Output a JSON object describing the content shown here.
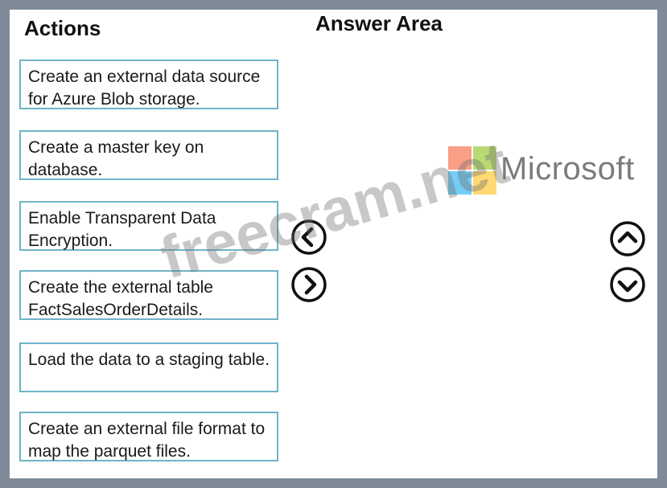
{
  "actions_heading": "Actions",
  "answer_heading": "Answer Area",
  "actions": [
    "Create an external data source for Azure Blob storage.",
    "Create a master key on database.",
    "Enable Transparent Data Encryption.",
    "Create the external table FactSalesOrderDetails.",
    "Load the data to a staging table.",
    "Create an external file format to map the parquet files."
  ],
  "controls": {
    "move_left": "arrow-left-circle-icon",
    "move_right": "arrow-right-circle-icon",
    "move_up": "arrow-up-circle-icon",
    "move_down": "arrow-down-circle-icon"
  },
  "watermark": {
    "logo_text": "Microsoft",
    "overlay_text": "freecram.net",
    "colors": [
      "#f25022",
      "#7fba00",
      "#00a4ef",
      "#ffb900"
    ]
  },
  "colors": {
    "border": "#6fb3c9",
    "frame": "#7e8a98"
  }
}
